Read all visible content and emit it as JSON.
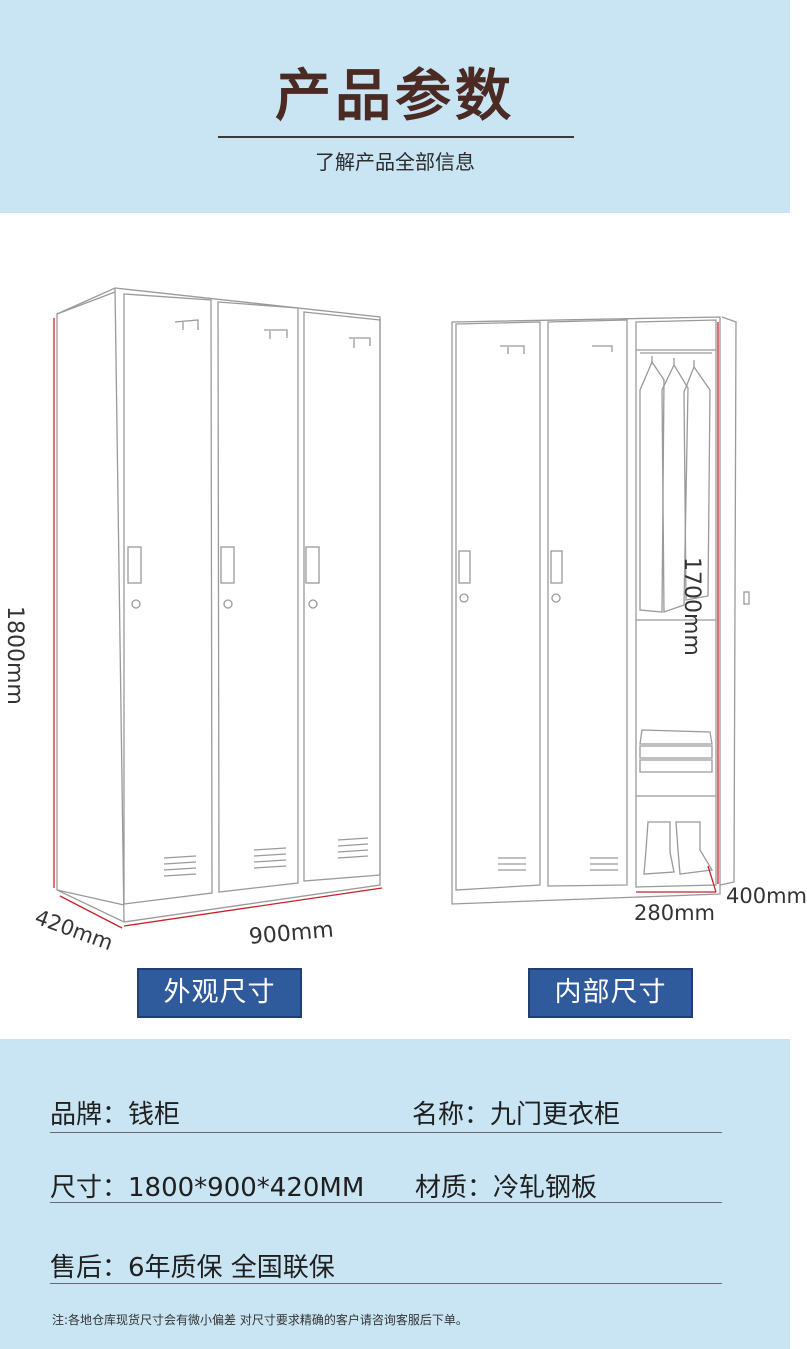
{
  "header": {
    "title": "产品参数",
    "subtitle": "了解产品全部信息"
  },
  "diagram": {
    "exterior": {
      "height_label": "1800mm",
      "depth_label": "420mm",
      "width_label": "900mm",
      "caption": "外观尺寸"
    },
    "interior": {
      "height_label": "1700mm",
      "width_label": "280mm",
      "depth_label": "400mm",
      "caption": "内部尺寸"
    },
    "dimension_color": "#c8232b"
  },
  "specs": {
    "brand": "品牌：钱柜",
    "name": "名称：九门更衣柜",
    "size": "尺寸：1800*900*420MM",
    "material": "材质：冷轧钢板",
    "after_sales": "售后：6年质保 全国联保"
  },
  "footnote": "注:各地仓库现货尺寸会有微小偏差 对尺寸要求精确的客户请咨询客服后下单。",
  "colors": {
    "band": "#c9e4f3",
    "title": "#4a2a22",
    "caption_bg": "#2f5b9c"
  }
}
